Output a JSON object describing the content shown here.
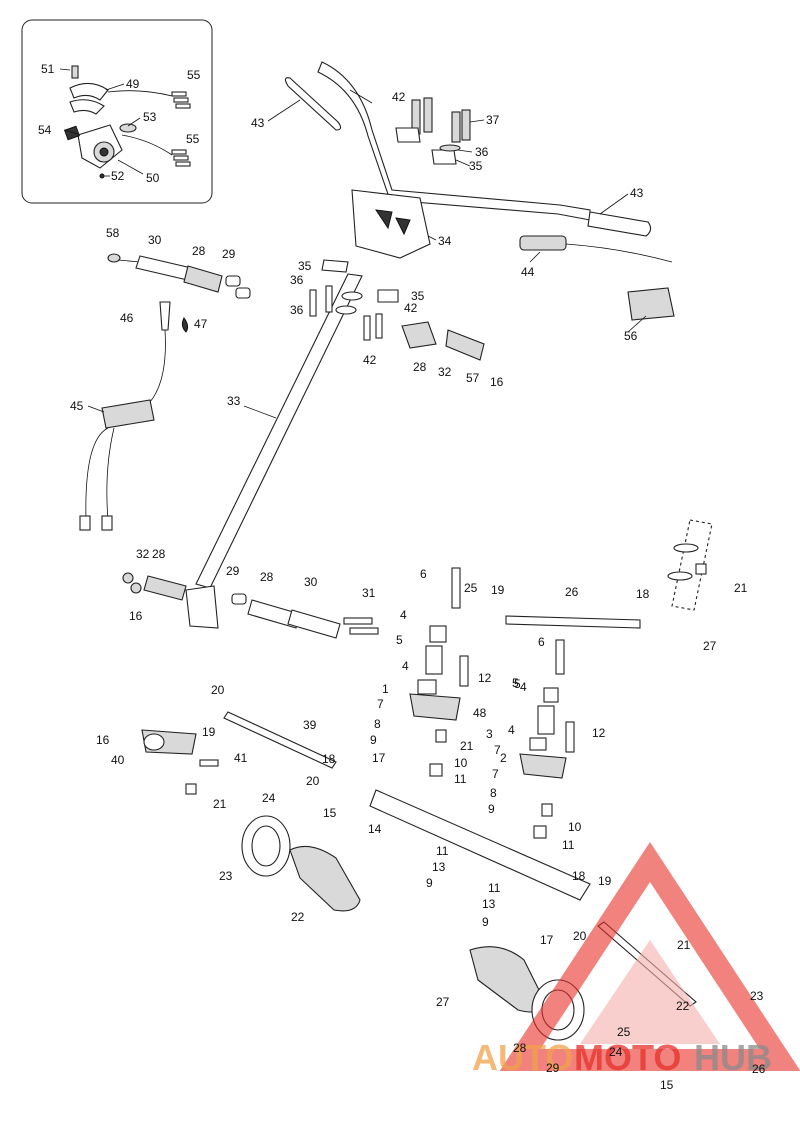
{
  "callouts": {
    "inset": [
      "51",
      "49",
      "55",
      "53",
      "54",
      "55",
      "52",
      "50"
    ],
    "upper": [
      "42",
      "43",
      "37",
      "36",
      "35",
      "34",
      "43",
      "44",
      "56",
      "58",
      "30",
      "28",
      "29",
      "35",
      "36",
      "35",
      "36",
      "42",
      "46",
      "47",
      "28",
      "32",
      "57",
      "16",
      "42",
      "45",
      "33"
    ],
    "lower": [
      "32",
      "28",
      "16",
      "29",
      "28",
      "30",
      "31",
      "6",
      "25",
      "19",
      "26",
      "18",
      "21",
      "27",
      "4",
      "5",
      "6",
      "4",
      "7",
      "1",
      "12",
      "48",
      "4",
      "5",
      "3",
      "8",
      "9",
      "21",
      "10",
      "11",
      "7",
      "5",
      "4",
      "12",
      "2",
      "7",
      "8",
      "9",
      "10",
      "11",
      "20",
      "19",
      "39",
      "16",
      "40",
      "41",
      "21",
      "18",
      "17",
      "20",
      "15",
      "24",
      "14",
      "11",
      "13",
      "9",
      "23",
      "22",
      "11",
      "13",
      "9",
      "18",
      "19",
      "20",
      "17",
      "21",
      "27",
      "22",
      "23",
      "28",
      "25",
      "29",
      "24",
      "26",
      "15"
    ]
  },
  "watermark": {
    "text_left": "AUTO",
    "text_mid": "MOTO",
    "text_right": "HUB",
    "color_orange": "#f2a24a",
    "color_red": "#e8302a",
    "color_gray": "#8a8a8a"
  }
}
